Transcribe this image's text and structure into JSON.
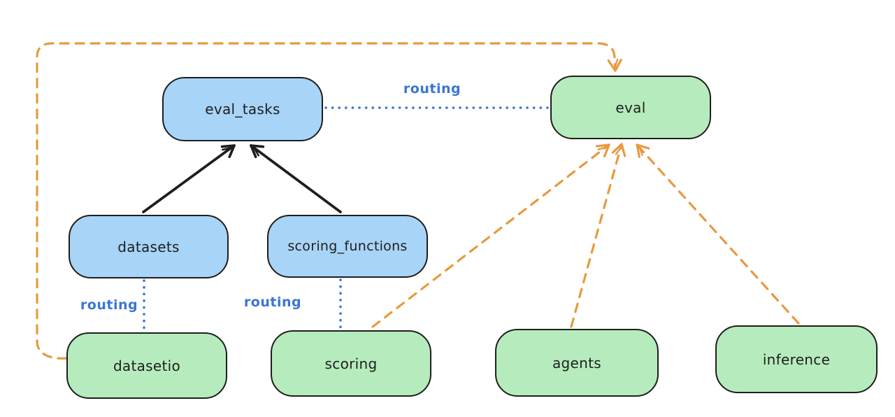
{
  "diagram": {
    "nodes": {
      "eval_tasks": {
        "label": "eval_tasks",
        "kind": "resource",
        "fill": "#a8d4f7"
      },
      "eval": {
        "label": "eval",
        "kind": "api",
        "fill": "#b6ecbd"
      },
      "datasets": {
        "label": "datasets",
        "kind": "resource",
        "fill": "#a8d4f7"
      },
      "scoring_functions": {
        "label": "scoring_functions",
        "kind": "resource",
        "fill": "#a8d4f7"
      },
      "datasetio": {
        "label": "datasetio",
        "kind": "api",
        "fill": "#b6ecbd"
      },
      "scoring": {
        "label": "scoring",
        "kind": "api",
        "fill": "#b6ecbd"
      },
      "agents": {
        "label": "agents",
        "kind": "api",
        "fill": "#b6ecbd"
      },
      "inference": {
        "label": "inference",
        "kind": "api",
        "fill": "#b6ecbd"
      }
    },
    "edges": [
      {
        "from": "datasets",
        "to": "eval_tasks",
        "style": "solid-black-arrow",
        "label": ""
      },
      {
        "from": "scoring_functions",
        "to": "eval_tasks",
        "style": "solid-black-arrow",
        "label": ""
      },
      {
        "from": "eval_tasks",
        "to": "eval",
        "style": "dotted-blue",
        "label": "routing"
      },
      {
        "from": "datasets",
        "to": "datasetio",
        "style": "dotted-blue",
        "label": "routing"
      },
      {
        "from": "scoring_functions",
        "to": "scoring",
        "style": "dotted-blue",
        "label": "routing"
      },
      {
        "from": "datasetio",
        "to": "eval",
        "style": "dashed-orange-arrow",
        "label": ""
      },
      {
        "from": "scoring",
        "to": "eval",
        "style": "dashed-orange-arrow",
        "label": ""
      },
      {
        "from": "agents",
        "to": "eval",
        "style": "dashed-orange-arrow",
        "label": ""
      },
      {
        "from": "inference",
        "to": "eval",
        "style": "dashed-orange-arrow",
        "label": ""
      }
    ],
    "edge_labels": {
      "routing_eval_tasks_to_eval": "routing",
      "routing_datasets_to_datasetio": "routing",
      "routing_scoring_functions_to_scoring": "routing"
    },
    "colors": {
      "background": "#ffffff",
      "node_stroke": "#1e1e1e",
      "resource_fill_blue": "#a8d4f7",
      "api_fill_green": "#b6ecbd",
      "routing_blue": "#3a76d2",
      "provider_orange": "#e8993f",
      "solid_arrow_black": "#1e1e1e"
    }
  }
}
